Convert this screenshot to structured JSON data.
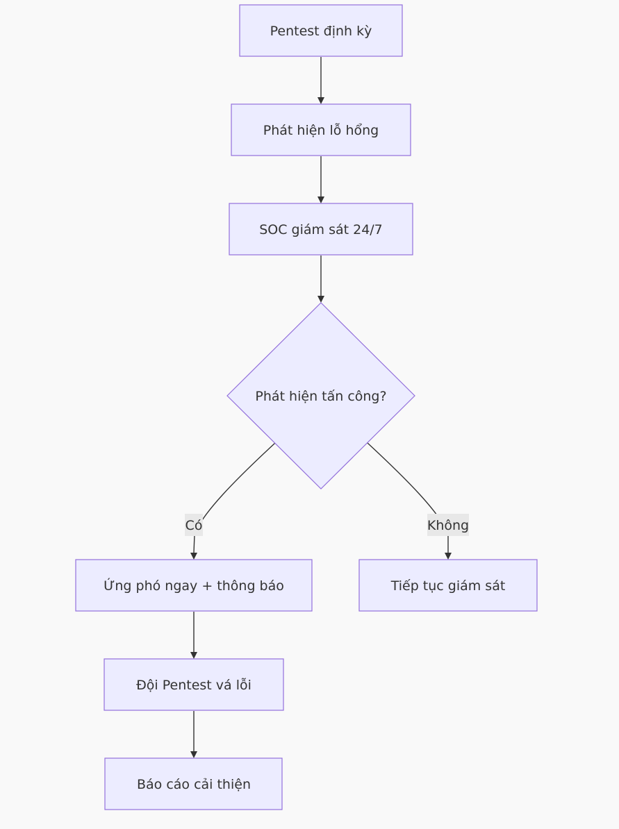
{
  "nodes": {
    "n1": "Pentest định kỳ",
    "n2": "Phát hiện lỗ hổng",
    "n3": "SOC giám sát 24/7",
    "decision": "Phát hiện tấn công?",
    "yes_node": "Ứng phó ngay + thông báo",
    "no_node": "Tiếp tục giám sát",
    "fix_node": "Đội Pentest vá lỗi",
    "report_node": "Báo cáo cải thiện"
  },
  "edges": {
    "yes_label": "Có",
    "no_label": "Không"
  },
  "colors": {
    "node_fill": "#ececff",
    "node_stroke": "#9370db",
    "edge": "#333333",
    "label_bg": "#e8e8e8",
    "background": "#f9f9f9"
  }
}
